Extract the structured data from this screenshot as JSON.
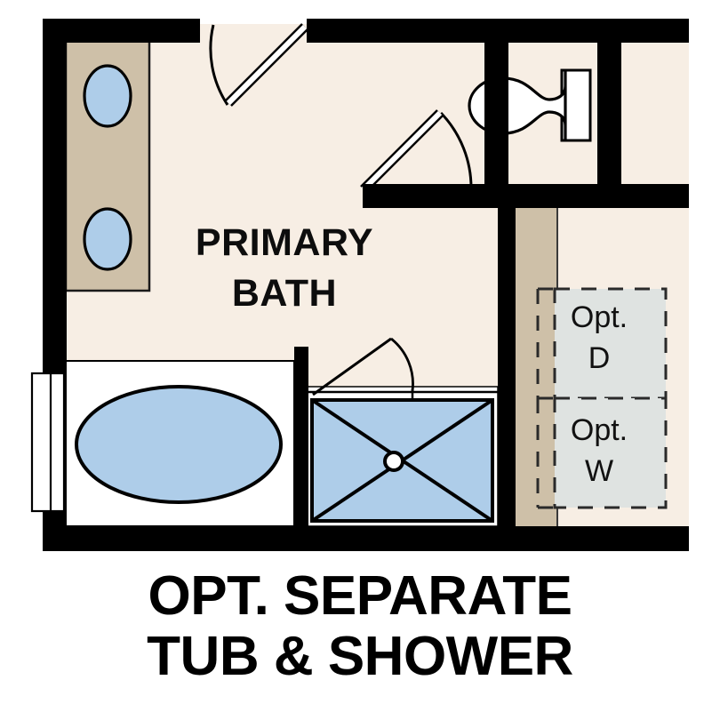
{
  "plan": {
    "room_label_line1": "PRIMARY",
    "room_label_line2": "BATH",
    "caption_line1": "OPT. SEPARATE",
    "caption_line2": "TUB & SHOWER",
    "options": [
      {
        "line1": "Opt.",
        "line2": "D",
        "name": "optional-dryer"
      },
      {
        "line1": "Opt.",
        "line2": "W",
        "name": "optional-washer"
      }
    ],
    "fixtures": [
      {
        "name": "vanity-counter",
        "type": "counter"
      },
      {
        "name": "sink-upper",
        "type": "oval-sink"
      },
      {
        "name": "sink-lower",
        "type": "oval-sink"
      },
      {
        "name": "soaking-tub",
        "type": "oval-tub"
      },
      {
        "name": "shower-stall",
        "type": "square-shower"
      },
      {
        "name": "toilet",
        "type": "water-closet"
      },
      {
        "name": "window",
        "type": "window"
      },
      {
        "name": "door-entry",
        "type": "swing-door"
      },
      {
        "name": "door-water-closet",
        "type": "swing-door"
      },
      {
        "name": "door-shower",
        "type": "swing-door"
      }
    ],
    "colors": {
      "wall": "#000000",
      "floor": "#F7EEE4",
      "counter": "#CEC0A8",
      "water": "#AECDE9",
      "fixture_white": "#FFFFFF",
      "option_fill": "#DFE3E1",
      "option_dash": "#2A2A2A",
      "text": "#0D0D0D"
    }
  }
}
